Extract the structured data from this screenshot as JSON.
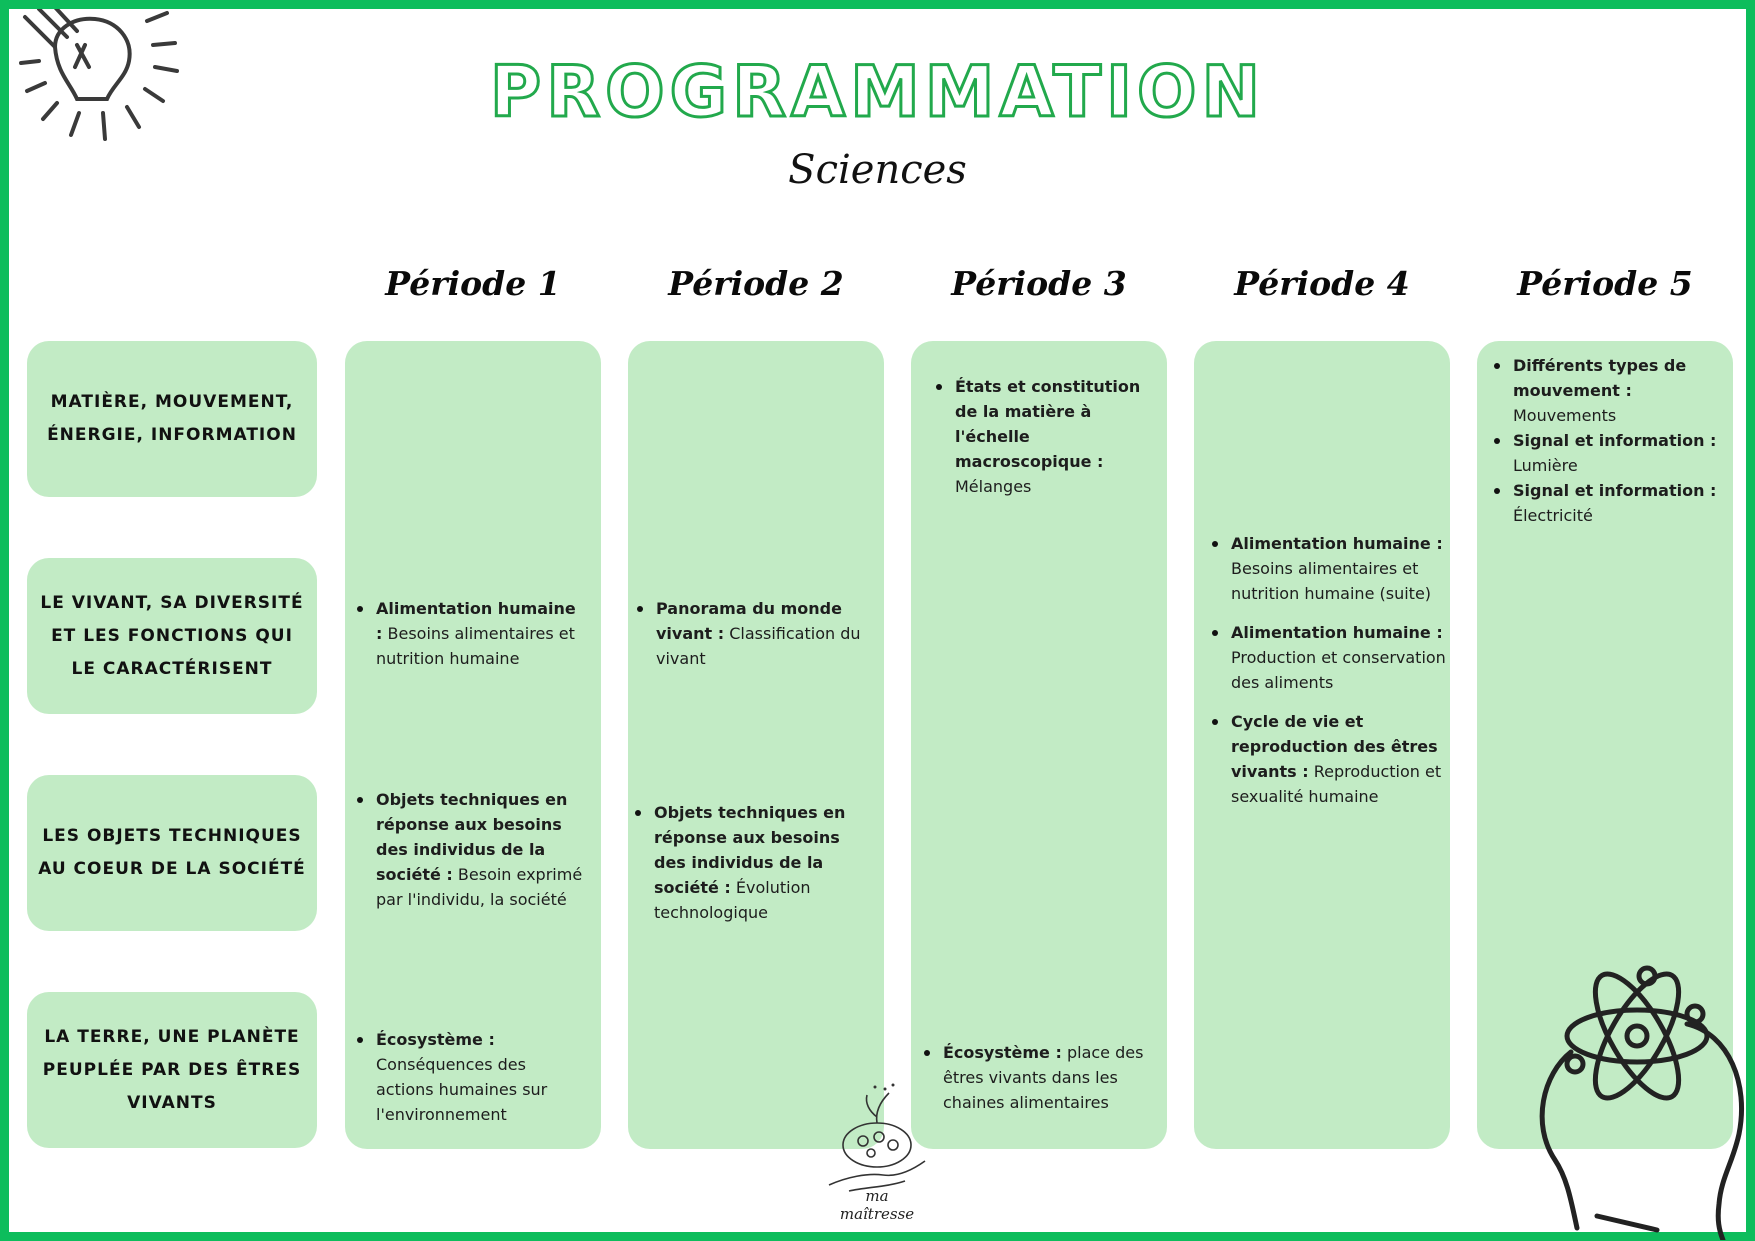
{
  "header": {
    "title": "PROGRAMMATION",
    "subtitle": "Sciences"
  },
  "periods": [
    "Période 1",
    "Période 2",
    "Période 3",
    "Période 4",
    "Période 5"
  ],
  "themes": [
    "MATIÈRE, MOUVEMENT, ÉNERGIE, INFORMATION",
    "LE VIVANT, SA DIVERSITÉ ET LES FONCTIONS QUI LE CARACTÉRISENT",
    "LES OBJETS TECHNIQUES AU COEUR DE LA SOCIÉTÉ",
    "LA TERRE, UNE PLANÈTE PEUPLÉE PAR DES ÊTRES VIVANTS"
  ],
  "cells": {
    "p1_vivant": {
      "bold": "Alimentation humaine :",
      "text": "Besoins alimentaires et nutrition humaine"
    },
    "p1_objets": {
      "bold": "Objets techniques en réponse aux besoins des individus de la société :",
      "text": "Besoin exprimé par l'individu, la société"
    },
    "p1_terre": {
      "bold": "Écosystème :",
      "text": "Conséquences des actions humaines sur l'environnement"
    },
    "p2_vivant": {
      "bold": "Panorama du monde vivant :",
      "text": "Classification du vivant"
    },
    "p2_objets": {
      "bold": "Objets techniques en réponse aux besoins des individus de la société :",
      "text": "Évolution technologique"
    },
    "p3_matiere": {
      "bold": "États et constitution de la matière à l'échelle macroscopique :",
      "text": "Mélanges"
    },
    "p3_terre": {
      "bold": "Écosystème :",
      "text": "place des êtres vivants dans les chaines alimentaires"
    },
    "p4_vivant_1": {
      "bold": "Alimentation humaine :",
      "text": "Besoins alimentaires et nutrition humaine (suite)"
    },
    "p4_vivant_2": {
      "bold": "Alimentation humaine :",
      "text": "Production et conservation des aliments"
    },
    "p4_vivant_3": {
      "bold": "Cycle de vie et reproduction des êtres vivants :",
      "text": "Reproduction et sexualité humaine"
    },
    "p5_matiere_1": {
      "bold": "Différents types de mouvement :",
      "text": "Mouvements"
    },
    "p5_matiere_2": {
      "bold": "Signal et information :",
      "text": "Lumière"
    },
    "p5_matiere_3": {
      "bold": "Signal et information :",
      "text": "Électricité"
    }
  },
  "logo": {
    "text": "ma maîtresse"
  },
  "colors": {
    "border": "#0dbd5c",
    "title_outline": "#22a94c",
    "box": "#c2ebc5"
  },
  "icons": [
    "lightbulb-icon",
    "atom-head-icon",
    "plant-hand-logo"
  ]
}
